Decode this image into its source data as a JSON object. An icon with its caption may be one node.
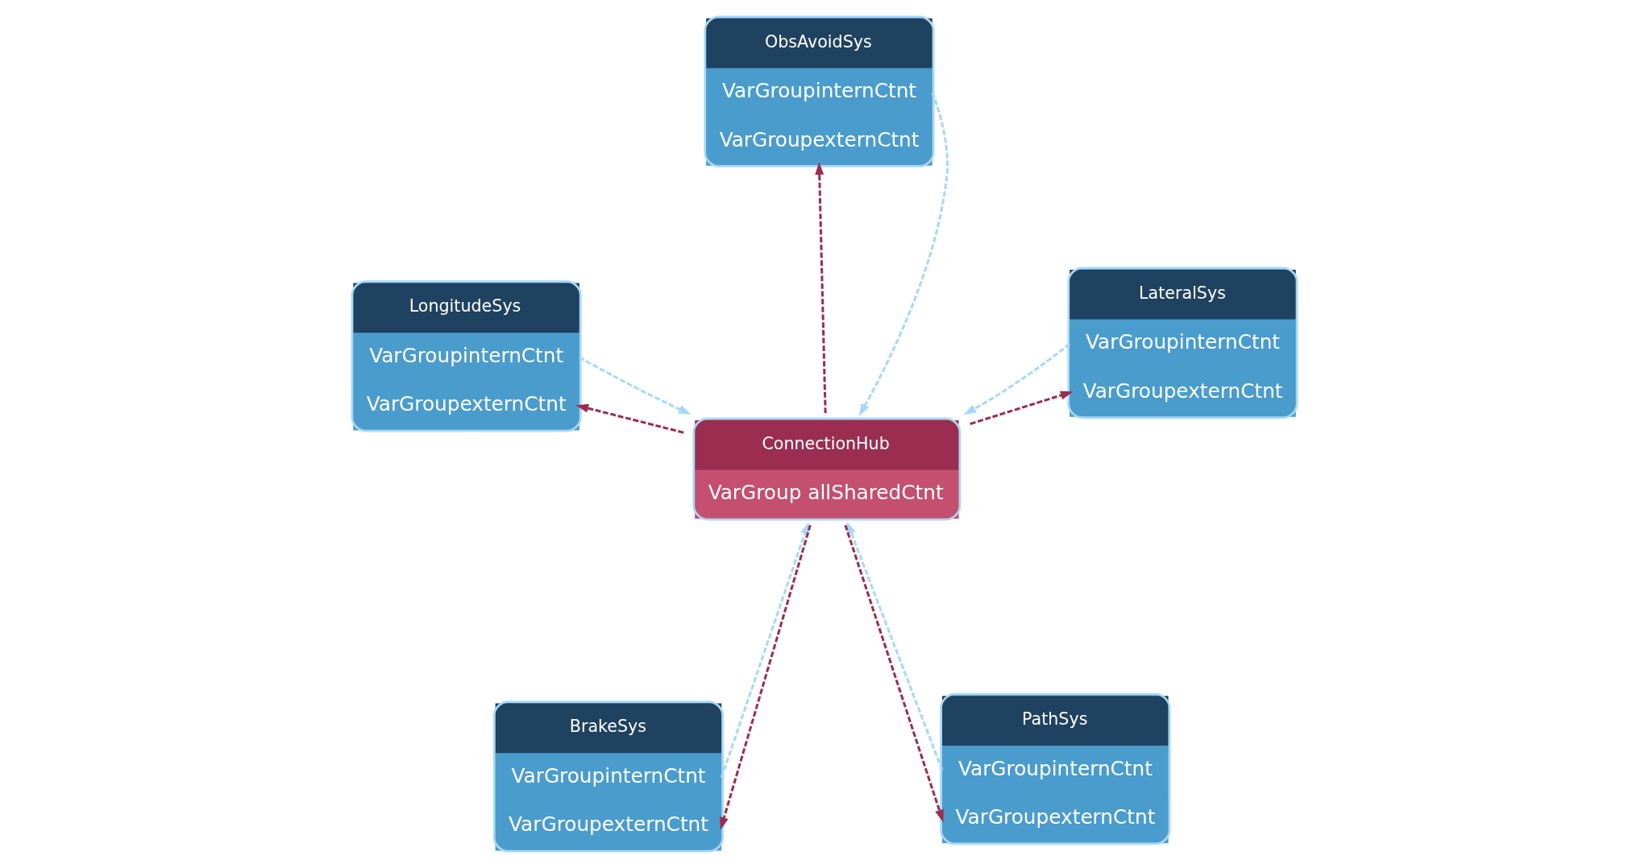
{
  "diagram": {
    "nodes": [
      {
        "text": [
          "BrakeSys",
          "VarGroupinternCtnt",
          "VarGroupexternCtnt"
        ]
      },
      {
        "text": [
          "PathSys",
          "VarGroupinternCtnt",
          "VarGroupexternCtnt"
        ]
      },
      {
        "text": [
          "ConnectionHub",
          "VarGroup allSharedCtnt"
        ]
      },
      {
        "text": [
          "ObsAvoidSys",
          "VarGroupinternCtnt",
          "VarGroupexternCtnt"
        ]
      },
      {
        "text": [
          "LateralSys",
          "VarGroupinternCtnt",
          "VarGroupexternCtnt"
        ]
      },
      {
        "text": [
          "LongitudeSys",
          "VarGroupinternCtnt",
          "VarGroupexternCtnt"
        ]
      }
    ],
    "edges": [
      {
        "from": 0,
        "to": 2,
        "arrow": "to",
        "style": "dashed",
        "color": "#a8d8f8"
      },
      {
        "from": 2,
        "to": 0,
        "arrow": "to",
        "style": "dashed",
        "color": "#9b2d50"
      },
      {
        "from": 1,
        "to": 2,
        "arrow": "to",
        "style": "dashed",
        "color": "#a8d8f8"
      },
      {
        "from": 2,
        "to": 1,
        "arrow": "to",
        "style": "dashed",
        "color": "#9b2d50"
      },
      {
        "from": 3,
        "to": 2,
        "arrow": "to",
        "style": "dashed",
        "color": "#a8d8f8"
      },
      {
        "from": 2,
        "to": 3,
        "arrow": "to",
        "style": "dashed",
        "color": "#9b2d50"
      },
      {
        "from": 4,
        "to": 2,
        "arrow": "to",
        "style": "dashed",
        "color": "#a8d8f8"
      },
      {
        "from": 2,
        "to": 4,
        "arrow": "to",
        "style": "dashed",
        "color": "#9b2d50"
      },
      {
        "from": 5,
        "to": 2,
        "arrow": "to",
        "style": "dashed",
        "color": "#a8d8f8"
      },
      {
        "from": 2,
        "to": 5,
        "arrow": "to",
        "style": "dashed",
        "color": "#9b2d50"
      }
    ]
  }
}
